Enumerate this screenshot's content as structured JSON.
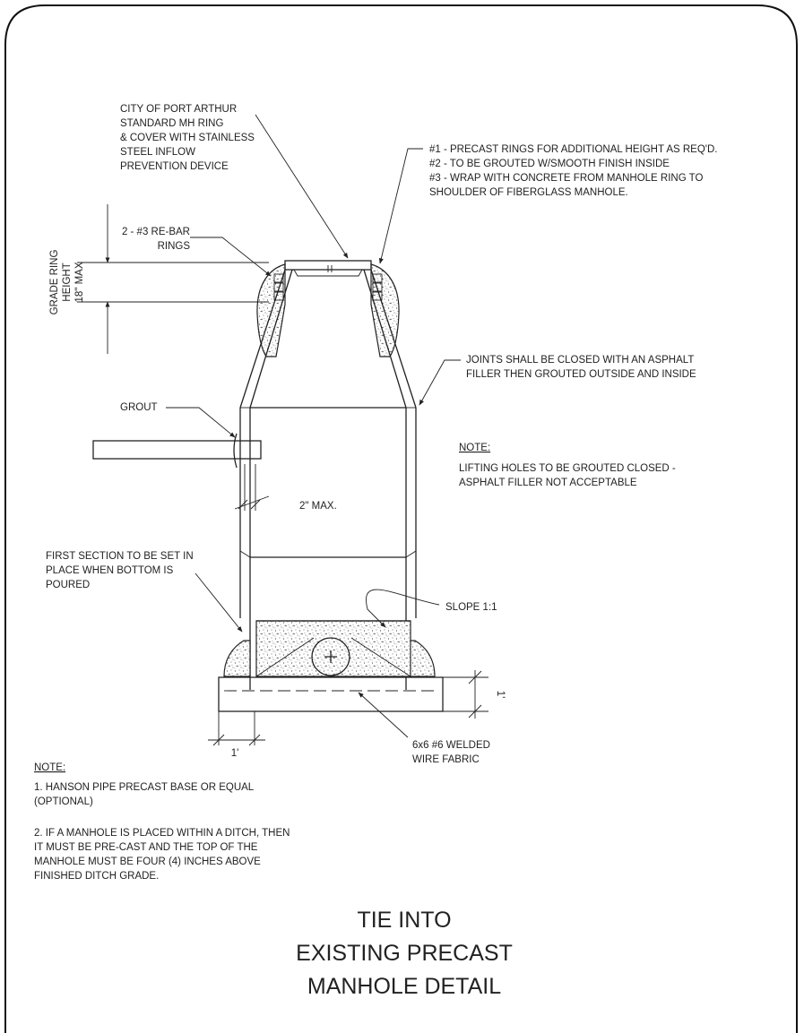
{
  "callouts": {
    "ring_cover": [
      "CITY OF PORT ARTHUR",
      "STANDARD MH RING",
      "& COVER WITH STAINLESS",
      "STEEL INFLOW",
      "PREVENTION DEVICE"
    ],
    "precast_notes": [
      "#1 -   PRECAST RINGS FOR ADDITIONAL HEIGHT AS REQ'D.",
      "#2 -   TO BE GROUTED W/SMOOTH FINISH INSIDE",
      "#3 -   WRAP WITH CONCRETE FROM MANHOLE RING TO",
      "SHOULDER OF FIBERGLASS MANHOLE."
    ],
    "rebar": [
      "2 - #3 RE-BAR",
      "RINGS"
    ],
    "grade_ring": [
      "GRADE RING",
      "HEIGHT",
      "18\" MAX"
    ],
    "joints": [
      "JOINTS SHALL BE CLOSED WITH AN ASPHALT",
      "FILLER THEN GROUTED OUTSIDE AND INSIDE"
    ],
    "grout": "GROUT",
    "lifting_note_heading": "NOTE:",
    "lifting_note": [
      "LIFTING HOLES TO BE GROUTED CLOSED -",
      "ASPHALT FILLER NOT ACCEPTABLE"
    ],
    "gap": "2\" MAX.",
    "first_section": [
      "FIRST SECTION TO BE SET IN",
      "PLACE WHEN BOTTOM IS",
      "POURED"
    ],
    "slope": "SLOPE 1:1",
    "base_thickness": "1'",
    "base_overhang": "1'",
    "wire_fabric": [
      "6x6 #6 WELDED",
      "WIRE FABRIC"
    ]
  },
  "notes": {
    "heading": "NOTE:",
    "note1": [
      "1. HANSON PIPE PRECAST BASE OR EQUAL",
      "(OPTIONAL)"
    ],
    "note2": [
      "2. IF A MANHOLE IS PLACED WITHIN A DITCH, THEN",
      "IT MUST BE PRE-CAST AND THE TOP OF THE",
      "MANHOLE MUST BE FOUR (4) INCHES ABOVE",
      "FINISHED DITCH GRADE."
    ]
  },
  "title": [
    "TIE INTO",
    "EXISTING PRECAST",
    "MANHOLE DETAIL"
  ]
}
